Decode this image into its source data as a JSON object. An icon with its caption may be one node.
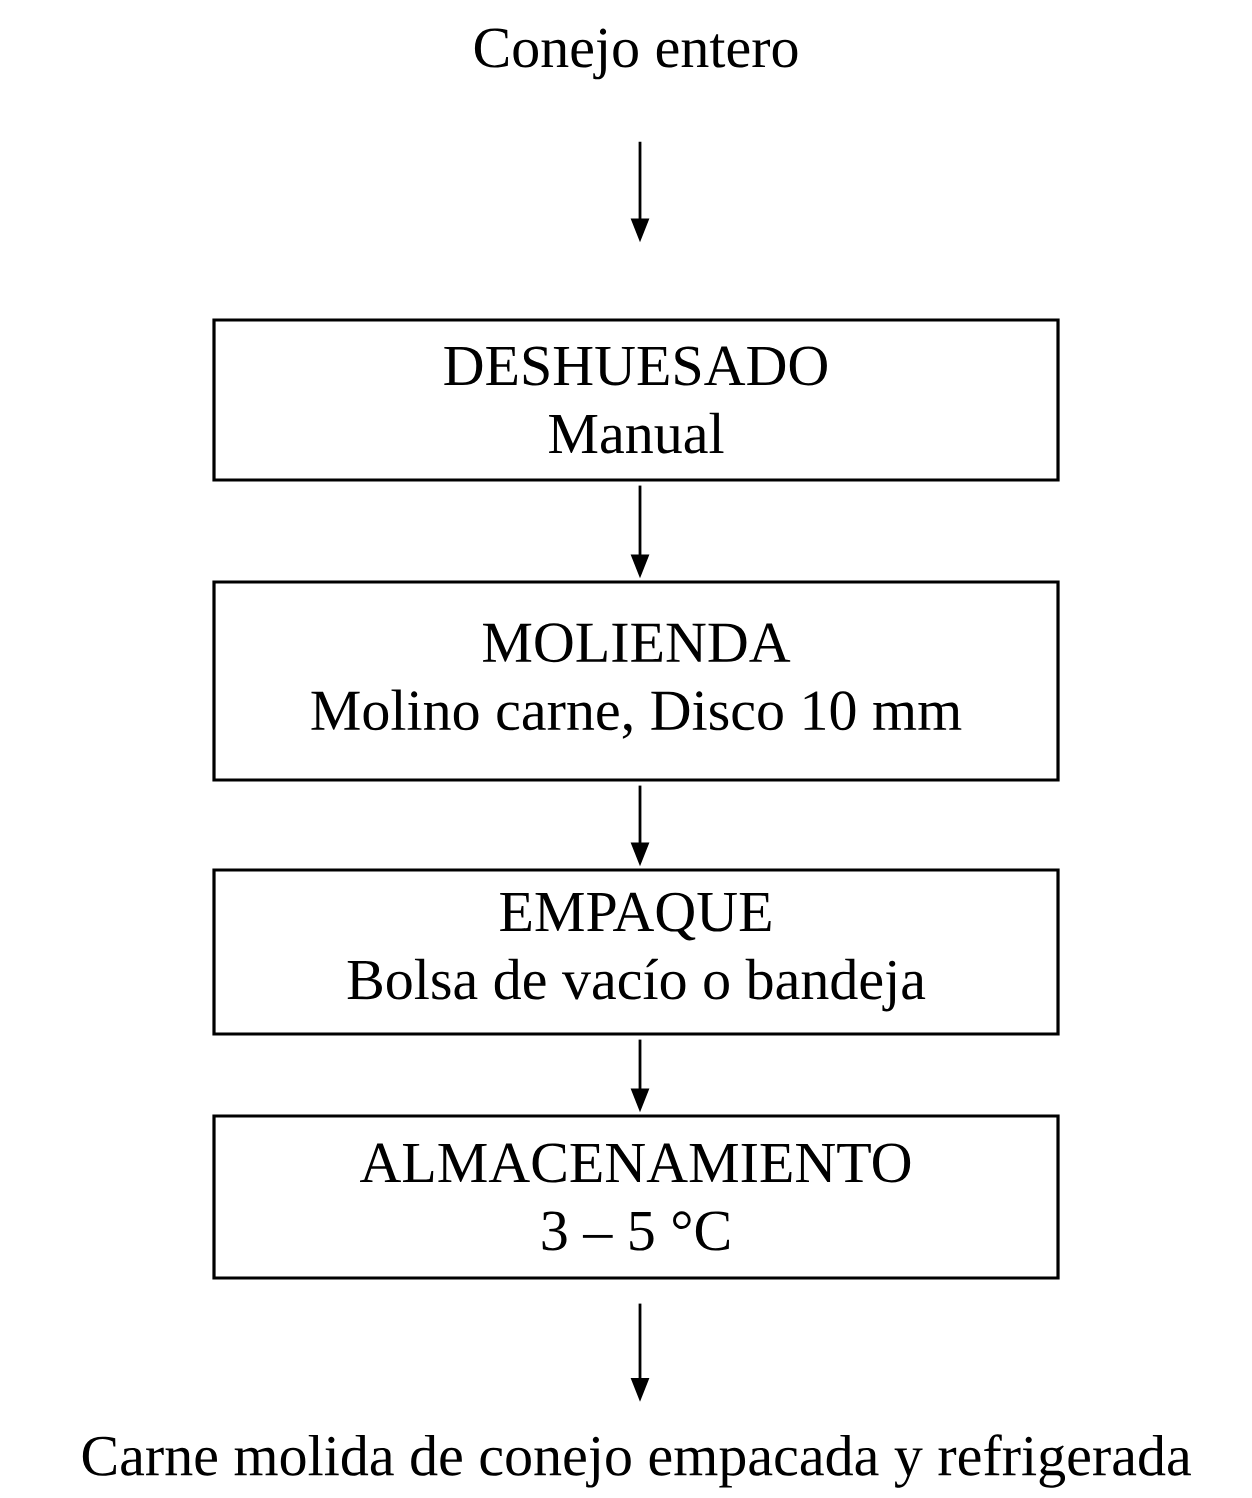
{
  "diagram": {
    "nodes": [
      {
        "text": [
          "Conejo entero"
        ]
      },
      {
        "text": [
          "DESHUESADO",
          "Manual"
        ]
      },
      {
        "text": [
          "MOLIENDA",
          "Molino carne, Disco 10 mm"
        ]
      },
      {
        "text": [
          "EMPAQUE",
          "Bolsa de vacío o bandeja"
        ]
      },
      {
        "text": [
          "ALMACENAMIENTO",
          "3 – 5 °C"
        ]
      },
      {
        "text": [
          "Carne molida de conejo empacada y refrigerada"
        ]
      }
    ],
    "edges": [
      {
        "from": 0,
        "to": 1,
        "arrow": "to"
      },
      {
        "from": 1,
        "to": 2,
        "arrow": "to"
      },
      {
        "from": 2,
        "to": 3,
        "arrow": "to"
      },
      {
        "from": 3,
        "to": 4,
        "arrow": "to"
      },
      {
        "from": 4,
        "to": 5,
        "arrow": "to"
      }
    ]
  }
}
